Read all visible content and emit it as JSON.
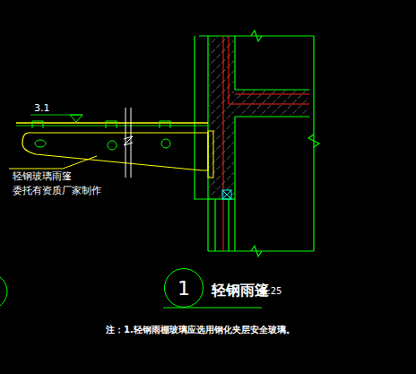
{
  "diagram": {
    "title": "轻钢雨篷",
    "nodes": [
      {
        "text": [
          "1"
        ]
      }
    ],
    "labels": [
      "3.1",
      "轻钢玻璃雨篷",
      "委托有资质厂家制作",
      "1:25",
      "注：1.轻钢雨棚玻璃应选用钢化夹层安全玻璃。"
    ]
  }
}
